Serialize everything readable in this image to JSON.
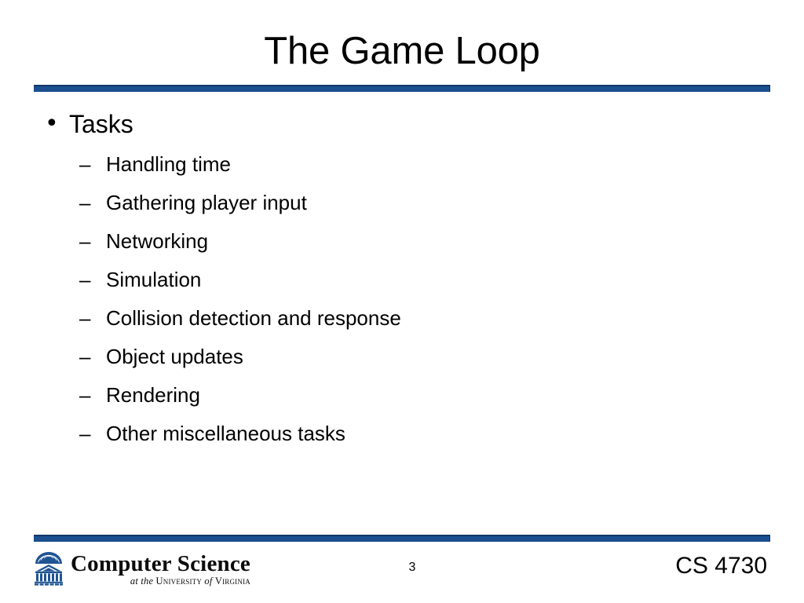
{
  "slide": {
    "title": "The Game Loop",
    "accent_color": "#1B4F8F",
    "accent_color_dark": "#12386A",
    "background_color": "#FFFFFF",
    "text_color": "#000000"
  },
  "content": {
    "level1_marker": "•",
    "level2_marker": "–",
    "items": [
      {
        "label": "Tasks",
        "level": 1,
        "children": [
          {
            "label": "Handling time",
            "level": 2
          },
          {
            "label": "Gathering player input",
            "level": 2
          },
          {
            "label": "Networking",
            "level": 2
          },
          {
            "label": "Simulation",
            "level": 2
          },
          {
            "label": "Collision detection and response",
            "level": 2
          },
          {
            "label": "Object updates",
            "level": 2
          },
          {
            "label": "Rendering",
            "level": 2
          },
          {
            "label": "Other miscellaneous tasks",
            "level": 2
          }
        ]
      }
    ]
  },
  "footer": {
    "logo": {
      "icon_name": "uva-rotunda-icon",
      "icon_color": "#1F5493",
      "main_text": "Computer Science",
      "sub_prefix": "at the ",
      "sub_university": "University",
      "sub_of": " of ",
      "sub_state": "Virginia"
    },
    "page_number": "3",
    "course_code": "CS 4730"
  }
}
